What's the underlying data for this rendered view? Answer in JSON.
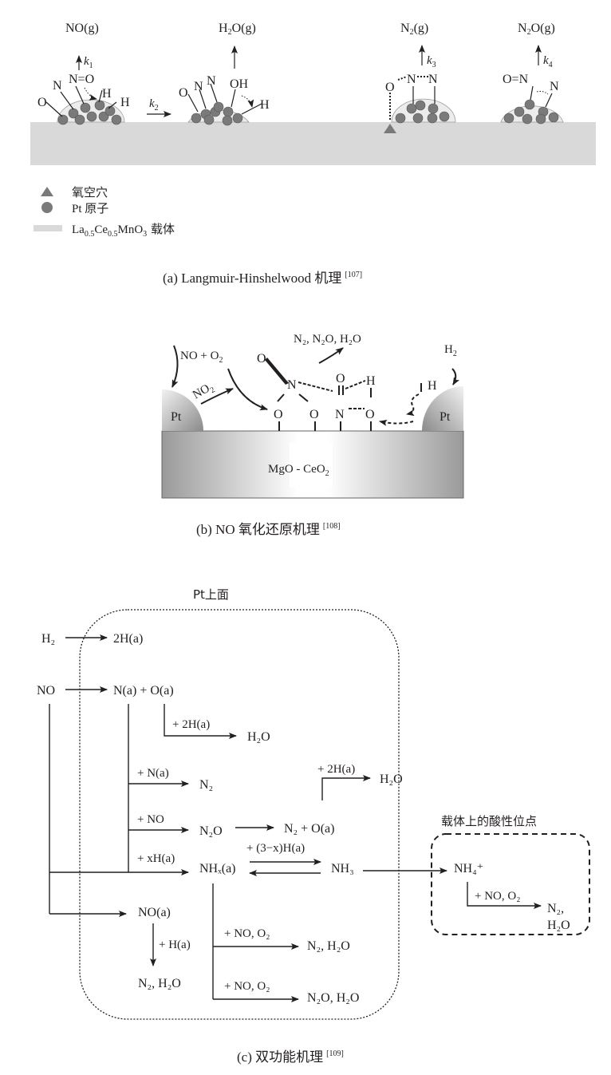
{
  "colors": {
    "ink": "#231f20",
    "support_gray": "#d9d9d9",
    "pt_atom": "#7a7a7a",
    "pt_cluster": "#ececec",
    "vacancy": "#7a7a7a"
  },
  "panel_a": {
    "caption": "(a)  Langmuir-Hinshelwood 机理",
    "caption_ref": "[107]",
    "products": {
      "no_g": "NO(g)",
      "h2o_g_pre": "H",
      "h2o_g_sub": "2",
      "h2o_g_post": "O(g)",
      "n2_g_pre": "N",
      "n2_g_sub": "2",
      "n2_g_post": "(g)",
      "n2o_g_pre": "N",
      "n2o_g_sub": "2",
      "n2o_g_post": "O(g)"
    },
    "rate_constants": {
      "k1": "k",
      "k1_sub": "1",
      "k2": "k",
      "k2_sub": "2",
      "k3": "k",
      "k3_sub": "3",
      "k4": "k",
      "k4_sub": "4"
    },
    "site1_atoms": [
      "O",
      "N",
      "N=O",
      "H",
      "H"
    ],
    "site2_atoms": [
      "O",
      "N",
      "N",
      "OH",
      "H"
    ],
    "site3_atoms": [
      "O",
      "N",
      "N"
    ],
    "site4_atoms": [
      "O=N",
      "N"
    ],
    "legend": [
      {
        "icon": "triangle",
        "label": "氧空穴"
      },
      {
        "icon": "circle",
        "label": "Pt 原子"
      },
      {
        "icon": "rect",
        "label_parts": [
          "La",
          "0.5",
          "Ce",
          "0.5",
          "MnO",
          "3",
          " 载体"
        ]
      }
    ]
  },
  "panel_b": {
    "caption": "(b)  NO 氧化还原机理",
    "caption_ref": "[108]",
    "support_label_pre": "MgO - CeO",
    "support_label_sub": "2",
    "pt_left": "Pt",
    "pt_right": "Pt",
    "reactant_left_pre": "NO + O",
    "reactant_left_sub": "2",
    "no2_pre": "NO",
    "no2_sub": "2",
    "h2_pre": "H",
    "h2_sub": "2",
    "products": "N₂, N₂O, H₂O",
    "surface_atoms": [
      "O",
      "O",
      "N",
      "O"
    ],
    "adsorbate_atoms": [
      "O",
      "N",
      "O",
      "H",
      "H"
    ]
  },
  "panel_c": {
    "caption": "(c)  双功能机理",
    "caption_ref": "[109]",
    "region_pt": "Pt上面",
    "region_acid": "载体上的酸性位点",
    "species": {
      "h2": "H₂",
      "h_a2": "2H(a)",
      "no": "NO",
      "na_oa": "N(a) + O(a)",
      "h2o_1": "H₂O",
      "n2_1": "N₂",
      "n2o": "N₂O",
      "n2_oa": "N₂ + O(a)",
      "h2o_2": "H₂O",
      "nhx": "NHₓ(a)",
      "nh3": "NH₃",
      "nh4": "NH₄⁺",
      "n2_h2o_acid_1": "N₂,",
      "n2_h2o_acid_2": "H₂O",
      "no_a": "NO(a)",
      "n2_h2o_1": "N₂, H₂O",
      "n2_h2o_2": "N₂, H₂O",
      "n2o_h2o": "N₂O, H₂O"
    },
    "conditions": {
      "plus_2h_1": "+ 2H(a)",
      "plus_na": "+ N(a)",
      "plus_no": "+ NO",
      "plus_xh": "+ xH(a)",
      "plus_3xh": "+ (3−x)H(a)",
      "plus_2h_2": "+ 2H(a)",
      "plus_ha": "+ H(a)",
      "plus_no_o2_1": "+ NO, O₂",
      "plus_no_o2_2": "+ NO, O₂",
      "plus_no_o2_acid": "+ NO, O₂"
    }
  }
}
